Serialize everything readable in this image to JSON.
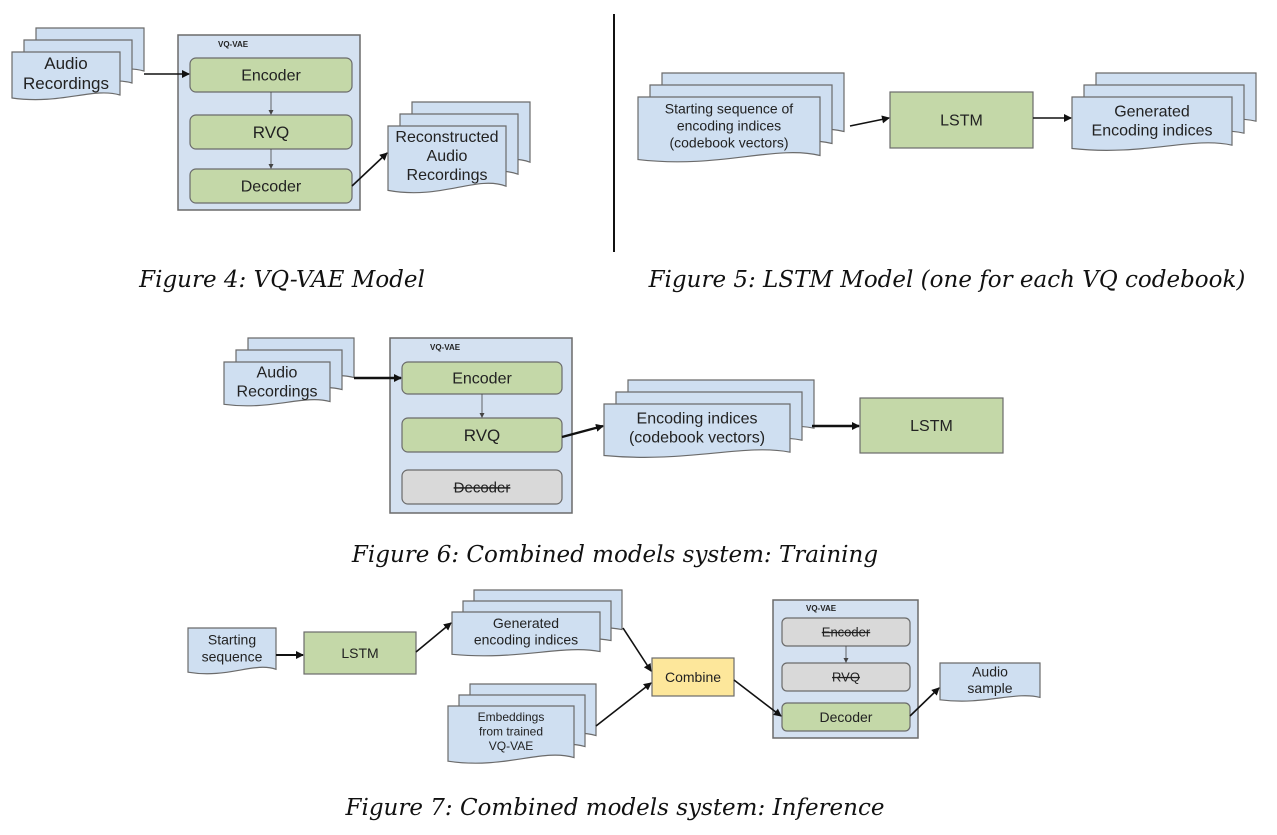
{
  "colors": {
    "doc_fill": "#cfdff1",
    "box_fill": "#d4e1f1",
    "green": "#c4d8a8",
    "gray": "#d9d9d9",
    "yellow": "#fde79b",
    "stroke": "#6b6b6b",
    "arrow": "#111111"
  },
  "figure4": {
    "caption": "Figure 4: VQ-VAE Model",
    "input": [
      "Audio",
      "Recordings"
    ],
    "container_label": "VQ-VAE",
    "encoder": "Encoder",
    "rvq": "RVQ",
    "decoder": "Decoder",
    "output": [
      "Reconstructed",
      "Audio",
      "Recordings"
    ]
  },
  "figure5": {
    "caption": "Figure 5: LSTM Model (one for each VQ codebook)",
    "input": [
      "Starting sequence of",
      "encoding indices",
      "(codebook vectors)"
    ],
    "lstm": "LSTM",
    "output": [
      "Generated",
      "Encoding indices"
    ]
  },
  "figure6": {
    "caption": "Figure 6: Combined models system: Training",
    "input": [
      "Audio",
      "Recordings"
    ],
    "container_label": "VQ-VAE",
    "encoder": "Encoder",
    "rvq": "RVQ",
    "decoder": "Decoder",
    "indices": [
      "Encoding indices",
      "(codebook vectors)"
    ],
    "lstm": "LSTM"
  },
  "figure7": {
    "caption": "Figure 7: Combined models system: Inference",
    "start": [
      "Starting",
      "sequence"
    ],
    "lstm": "LSTM",
    "generated": [
      "Generated",
      "encoding indices"
    ],
    "embeddings": [
      "Embeddings",
      "from trained",
      "VQ-VAE"
    ],
    "combine": "Combine",
    "container_label": "VQ-VAE",
    "encoder": "Encoder",
    "rvq": "RVQ",
    "decoder": "Decoder",
    "output": [
      "Audio",
      "sample"
    ]
  }
}
